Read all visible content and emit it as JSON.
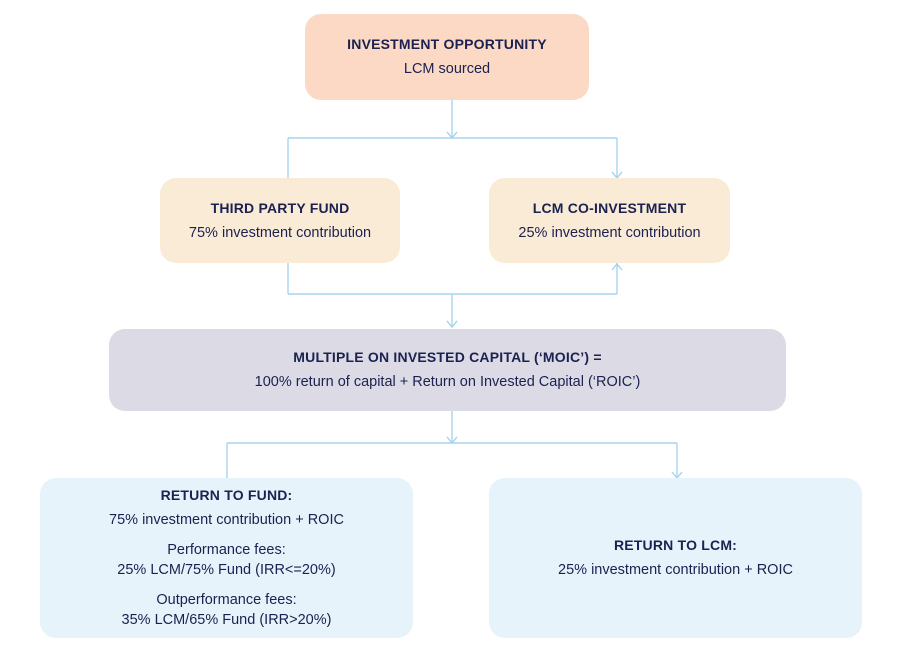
{
  "opportunity": {
    "title": "INVESTMENT OPPORTUNITY",
    "subtitle": "LCM sourced"
  },
  "third_party": {
    "title": "THIRD PARTY FUND",
    "text": "75% investment contribution"
  },
  "lcm_co": {
    "title": "LCM CO-INVESTMENT",
    "text": "25% investment contribution"
  },
  "moic": {
    "title": "MULTIPLE ON INVESTED CAPITAL (‘MOIC’) =",
    "text": "100% return of capital + Return on Invested Capital (‘ROIC’)"
  },
  "return_fund": {
    "title": "RETURN TO FUND:",
    "line1": "75% investment contribution + ROIC",
    "perf_label": "Performance fees:",
    "perf_value": "25% LCM/75% Fund (IRR<=20%)",
    "outperf_label": "Outperformance fees:",
    "outperf_value": "35% LCM/65% Fund (IRR>20%)"
  },
  "return_lcm": {
    "title": "RETURN TO LCM:",
    "text": "25% investment contribution + ROIC"
  },
  "colors": {
    "connector": "#a9d4ee",
    "opportunity_fill": "#fbd9c4",
    "contribution_fill": "#faebd6",
    "moic_fill": "#dcdbe5",
    "return_fill": "#e6f3fb",
    "text": "#1b2150"
  }
}
